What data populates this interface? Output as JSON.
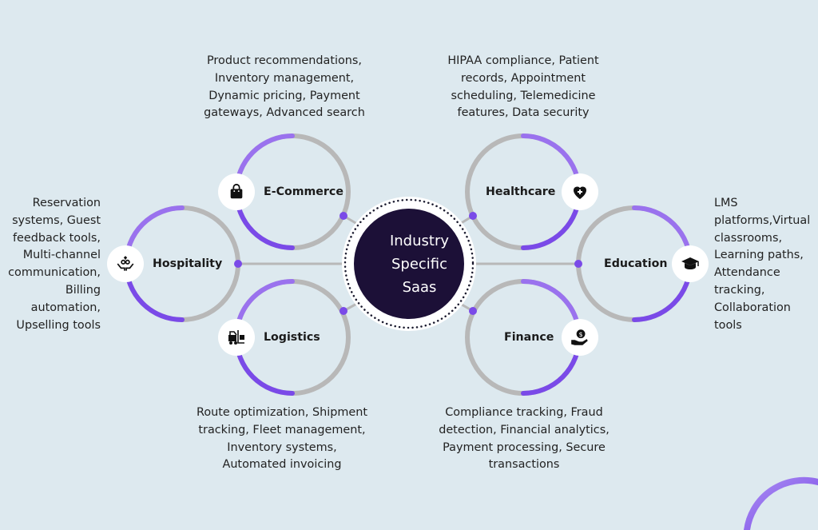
{
  "center": {
    "lines": [
      "Industry",
      "Specific",
      "Saas"
    ]
  },
  "colors": {
    "background": "#dde9ef",
    "accent": "#7a4ae8",
    "accent_light": "#a98cf2",
    "ring_gray": "#b8b8b8",
    "center_fill": "#1c1037",
    "center_dots": "#1a1a2e"
  },
  "nodes": [
    {
      "id": "ecommerce",
      "label": "E-Commerce",
      "icon": "shopping-bag-icon",
      "description": [
        "Product recommendations,",
        "Inventory management,",
        "Dynamic pricing, Payment",
        "gateways, Advanced  search"
      ]
    },
    {
      "id": "healthcare",
      "label": "Healthcare",
      "icon": "heart-plus-icon",
      "description": [
        "HIPAA compliance, Patient",
        "records, Appointment",
        "scheduling, Telemedicine",
        "features, Data security"
      ]
    },
    {
      "id": "hospitality",
      "label": "Hospitality",
      "icon": "hands-hospitality-icon",
      "description": [
        "Reservation",
        "systems, Guest",
        "feedback tools,",
        "Multi-channel",
        "communication,",
        "Billing",
        "automation,",
        "Upselling tools"
      ]
    },
    {
      "id": "education",
      "label": "Education",
      "icon": "graduation-cap-icon",
      "description": [
        "LMS",
        "platforms,Virtual",
        "classrooms,",
        "Learning paths,",
        "Attendance",
        "tracking,",
        "Collaboration",
        "tools"
      ]
    },
    {
      "id": "logistics",
      "label": "Logistics",
      "icon": "forklift-icon",
      "description": [
        "Route optimization, Shipment",
        "tracking, Fleet management,",
        "Inventory systems,",
        "Automated invoicing"
      ]
    },
    {
      "id": "finance",
      "label": "Finance",
      "icon": "dollar-hand-icon",
      "description": [
        "Compliance tracking, Fraud",
        "detection, Financial analytics,",
        "Payment processing, Secure",
        "transactions"
      ]
    }
  ]
}
